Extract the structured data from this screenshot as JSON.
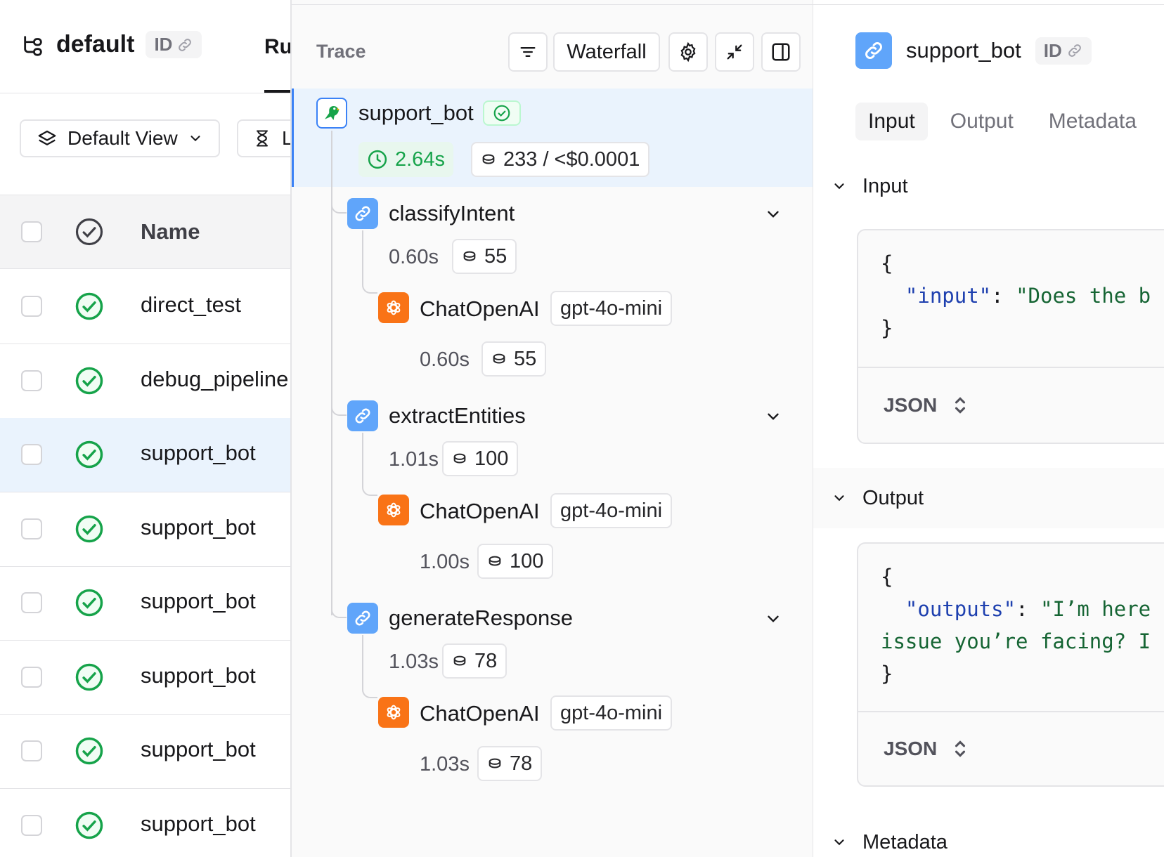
{
  "left": {
    "project_name": "default",
    "id_label": "ID",
    "tab_runs": "Ru",
    "view_button": "Default View",
    "limit_button": "L",
    "column_name": "Name",
    "rows": [
      {
        "name": "direct_test"
      },
      {
        "name": "debug_pipeline"
      },
      {
        "name": "support_bot"
      },
      {
        "name": "support_bot"
      },
      {
        "name": "support_bot"
      },
      {
        "name": "support_bot"
      },
      {
        "name": "support_bot"
      },
      {
        "name": "support_bot"
      }
    ]
  },
  "trace": {
    "label": "Trace",
    "view_mode": "Waterfall",
    "root": {
      "name": "support_bot",
      "duration": "2.64s",
      "tokens_cost": "233 / <$0.0001"
    },
    "steps": [
      {
        "name": "classifyIntent",
        "duration": "0.60s",
        "tokens": "55",
        "child": {
          "name": "ChatOpenAI",
          "model": "gpt-4o-mini",
          "duration": "0.60s",
          "tokens": "55"
        }
      },
      {
        "name": "extractEntities",
        "duration": "1.01s",
        "tokens": "100",
        "child": {
          "name": "ChatOpenAI",
          "model": "gpt-4o-mini",
          "duration": "1.00s",
          "tokens": "100"
        }
      },
      {
        "name": "generateResponse",
        "duration": "1.03s",
        "tokens": "78",
        "child": {
          "name": "ChatOpenAI",
          "model": "gpt-4o-mini",
          "duration": "1.03s",
          "tokens": "78"
        }
      }
    ]
  },
  "detail": {
    "title": "support_bot",
    "id_label": "ID",
    "tabs": [
      "Input",
      "Output",
      "Metadata"
    ],
    "active_tab": "Input",
    "input_section": "Input",
    "output_section": "Output",
    "metadata_section": "Metadata",
    "input_code": {
      "open": "{",
      "key": "\"input\"",
      "colon": ": ",
      "value": "\"Does the b",
      "close": "}"
    },
    "output_code": {
      "open": "{",
      "key": "\"outputs\"",
      "colon": ": ",
      "value": "\"I’m here",
      "line2": "issue you’re facing? I",
      "close": "}"
    },
    "format_label": "JSON"
  },
  "colors": {
    "accent": "#3b82f6",
    "success": "#16a34a",
    "openai_orange": "#f97316",
    "chain_blue": "#60a5fa"
  }
}
